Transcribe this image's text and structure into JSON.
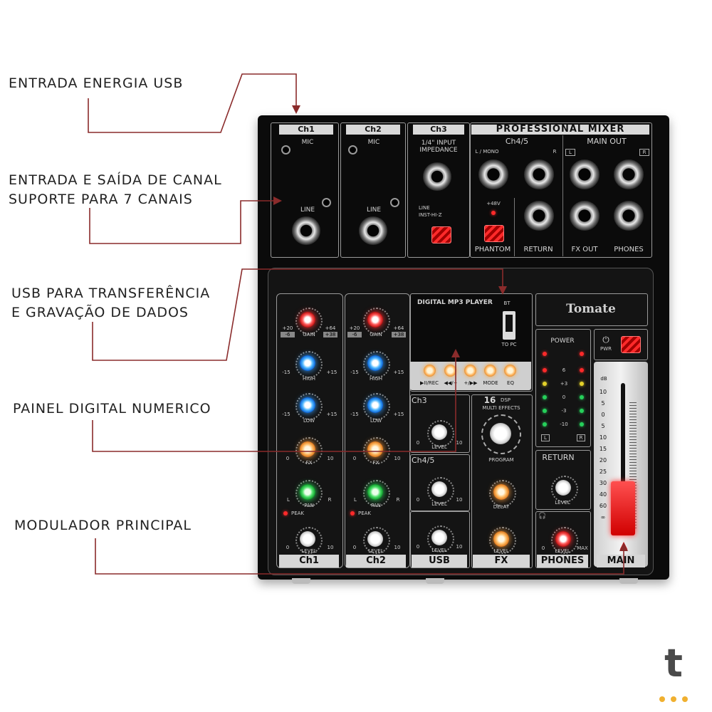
{
  "callouts": [
    {
      "id": "usb-power",
      "lines": [
        "ENTRADA ENERGIA USB"
      ]
    },
    {
      "id": "channels",
      "lines": [
        "ENTRADA E SAÍDA DE CANAL",
        "SUPORTE PARA 7 CANAIS"
      ]
    },
    {
      "id": "usb-data",
      "lines": [
        "USB PARA TRANSFERÊNCIA",
        "E GRAVAÇÃO DE DADOS"
      ]
    },
    {
      "id": "display",
      "lines": [
        "PAINEL DIGITAL NUMERICO"
      ]
    },
    {
      "id": "main",
      "lines": [
        "MODULADOR PRINCIPAL"
      ]
    }
  ],
  "mixer": {
    "title": "PROFESSIONAL MIXER",
    "brand": "Tomate",
    "ch1": {
      "label": "Ch1",
      "mic": "MIC",
      "line": "LINE"
    },
    "ch2": {
      "label": "Ch2",
      "mic": "MIC",
      "line": "LINE"
    },
    "ch3": {
      "label": "Ch3",
      "impedance": "1/4\" INPUT IMPEDANCE",
      "line_opt": "LINE",
      "inst_opt": "INST-HI-Z"
    },
    "ch45": {
      "label": "Ch4/5",
      "left": "L / MONO",
      "right": "R",
      "phantom_v": "+48V",
      "phantom": "PHANTOM",
      "return": "RETURN"
    },
    "mainout": {
      "label": "MAIN OUT",
      "l": "L",
      "r": "R",
      "fxout": "FX OUT",
      "phones": "PHONES"
    },
    "strip": {
      "gain_lo": "+20",
      "gain_hi": "+64",
      "gain_sub_lo": "-6",
      "gain_sub_hi": "+38",
      "gain": "GAIN",
      "high": "HIGH",
      "low": "LOW",
      "eq_lo": "-15",
      "eq_hi": "+15",
      "fx": "FX",
      "zero": "0",
      "ten": "10",
      "pan": "PAN",
      "pan_l": "L",
      "pan_r": "R",
      "peak": "PEAK",
      "level": "LEVEL"
    },
    "mp3": {
      "title": "DIGITAL MP3 PLAYER",
      "bt": "BT",
      "topc": "TO PC",
      "buttons": [
        "▶II/REC",
        "◀◀/−",
        "+/▶▶",
        "MODE",
        "EQ"
      ]
    },
    "power": {
      "title": "POWER",
      "pwr": "PWR",
      "meter": [
        "6",
        "+3",
        "0",
        "-3",
        "-10"
      ],
      "l": "L",
      "r": "R"
    },
    "return_knob": {
      "label": "RETURN",
      "level": "LEVEL"
    },
    "dsp": {
      "num": "16",
      "dsp": "DSP",
      "multi": "MULTI EFFECTS",
      "program": "PROGRAM",
      "delay": "DELAY",
      "level": "LEVEL"
    },
    "small": {
      "ch3": "Ch3",
      "ch45": "Ch4/5",
      "level": "LEVEL",
      "zero": "0",
      "ten": "10"
    },
    "phones_knob": {
      "level": "LEVEL",
      "zero": "0",
      "max": "MAX"
    },
    "fader": {
      "db": "dB",
      "scale": [
        "10",
        "5",
        "0",
        "5",
        "10",
        "15",
        "20",
        "25",
        "30",
        "40",
        "60",
        "∞"
      ]
    },
    "bottom": [
      "Ch1",
      "Ch2",
      "USB",
      "FX",
      "PHONES",
      "MAIN"
    ]
  },
  "colors": {
    "accent_red": "#c81414",
    "panel": "#0b0b0b",
    "label_bg": "#d6d6d6",
    "line": "#8a2b2b"
  },
  "watermark": "t"
}
